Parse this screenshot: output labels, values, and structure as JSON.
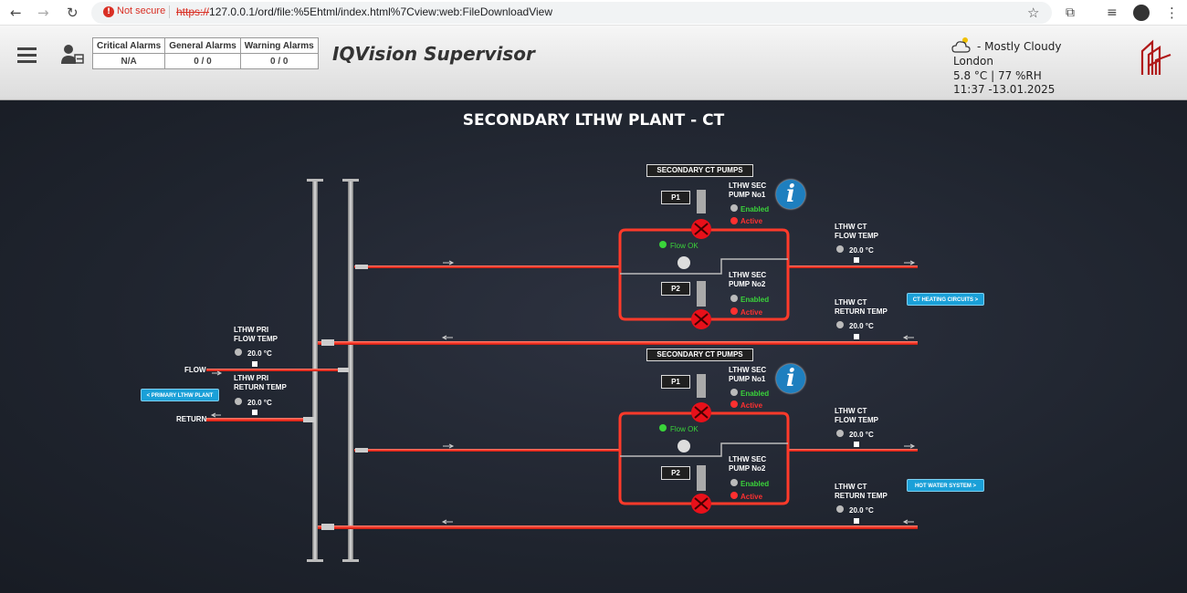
{
  "browser": {
    "not_secure": "Not secure",
    "url_scheme": "https://",
    "url_rest": "127.0.0.1/ord/file:%5Ehtml/index.html%7Cview:web:FileDownloadView"
  },
  "header": {
    "alarms": {
      "headers": [
        "Critical Alarms",
        "General Alarms",
        "Warning Alarms"
      ],
      "values": [
        "N/A",
        "0 / 0",
        "0 / 0"
      ]
    },
    "app_title": "IQVision Supervisor",
    "weather": {
      "condition": "- Mostly Cloudy",
      "location": "London",
      "readings": "5.8 °C | 77 %RH",
      "datetime": "11:37 -13.01.2025"
    }
  },
  "plant": {
    "title": "SECONDARY LTHW PLANT - CT",
    "pri_flow_label": "LTHW PRI\nFLOW TEMP",
    "pri_flow_temp": "20.0 °C",
    "pri_return_label": "LTHW PRI\nRETURN TEMP",
    "pri_return_temp": "20.0 °C",
    "flow_text": "FLOW",
    "return_text": "RETURN",
    "primary_button": "< PRIMARY LTHW PLANT",
    "groups": [
      {
        "header": "SECONDARY CT PUMPS",
        "p1": "P1",
        "p2": "P2",
        "pump1_label": "LTHW SEC\nPUMP No1",
        "pump2_label": "LTHW SEC\nPUMP No2",
        "enabled": "Enabled",
        "active": "Active",
        "flow_ok": "Flow OK",
        "flow_temp_label": "LTHW CT\nFLOW TEMP",
        "flow_temp": "20.0 °C",
        "return_temp_label": "LTHW CT\nRETURN TEMP",
        "return_temp": "20.0 °C",
        "button": "CT HEATING CIRCUITS >",
        "info": "i"
      },
      {
        "header": "SECONDARY CT PUMPS",
        "p1": "P1",
        "p2": "P2",
        "pump1_label": "LTHW SEC\nPUMP No1",
        "pump2_label": "LTHW SEC\nPUMP No2",
        "enabled": "Enabled",
        "active": "Active",
        "flow_ok": "Flow OK",
        "flow_temp_label": "LTHW CT\nFLOW TEMP",
        "flow_temp": "20.0 °C",
        "return_temp_label": "LTHW CT\nRETURN TEMP",
        "return_temp": "20.0 °C",
        "button": "HOT WATER SYSTEM >",
        "info": "i"
      }
    ]
  },
  "colors": {
    "pipe_red": "#ff4a3a",
    "pipe_grey": "#b8b8b8",
    "pump_red": "#e8101a",
    "button_blue": "#1aa0d8"
  }
}
